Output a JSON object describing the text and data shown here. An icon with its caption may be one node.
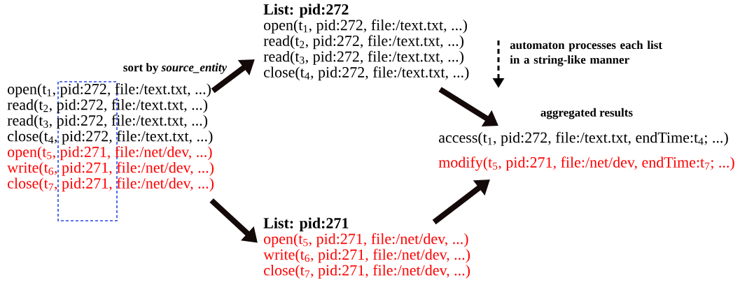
{
  "diagram": {
    "nodes": [
      {
        "text": [
          "open(t$_{1}$, pid:272, file:/text.txt, ...)",
          "read(t$_{2}$, pid:272, file:/text.txt, ...)",
          "read(t$_{3}$, pid:272, file:/text.txt, ...)",
          "close(t$_{4}$, pid:272, file:/text.txt, ...)",
          "open(t$_{5}$, pid:271, file:/net/dev, ...)",
          "write(t$_{6}$, pid:271, file:/net/dev, ...)",
          "close(t$_{7}$, pid:271, file:/net/dev, ...)"
        ]
      },
      {
        "text": [
          "List: pid:272",
          "open(t$_{1}$, pid:272, file:/text.txt, ...)",
          "read(t$_{2}$, pid:272, file:/text.txt, ...)",
          "read(t$_{3}$, pid:272, file:/text.txt, ...)",
          "close(t$_{4}$, pid:272, file:/text.txt, ...)"
        ]
      },
      {
        "text": [
          "List: pid:271",
          "open(t$_{5}$, pid:271, file:/net/dev, ...)",
          "write(t$_{6}$, pid:271, file:/net/dev, ...)",
          "close(t$_{7}$, pid:271, file:/net/dev, ...)"
        ]
      },
      {
        "text": [
          "aggregated results",
          "access(t$_{1}$, pid:272, file:/text.txt, endTime:t$_{4}$; ...)",
          "modify(t$_{5}$, pid:271, file:/net/dev, endTime:t$_{7}$; ...)"
        ]
      }
    ],
    "edges": [
      {
        "from": 0,
        "to": 1,
        "arrow": "to",
        "label": "sort by *source_entity*"
      },
      {
        "from": 0,
        "to": 2,
        "arrow": "to"
      },
      {
        "from": 1,
        "to": 3,
        "arrow": "to"
      },
      {
        "from": 2,
        "to": 3,
        "arrow": "to"
      }
    ],
    "labels": [
      "automaton processes each list in a string-like manner"
    ]
  }
}
